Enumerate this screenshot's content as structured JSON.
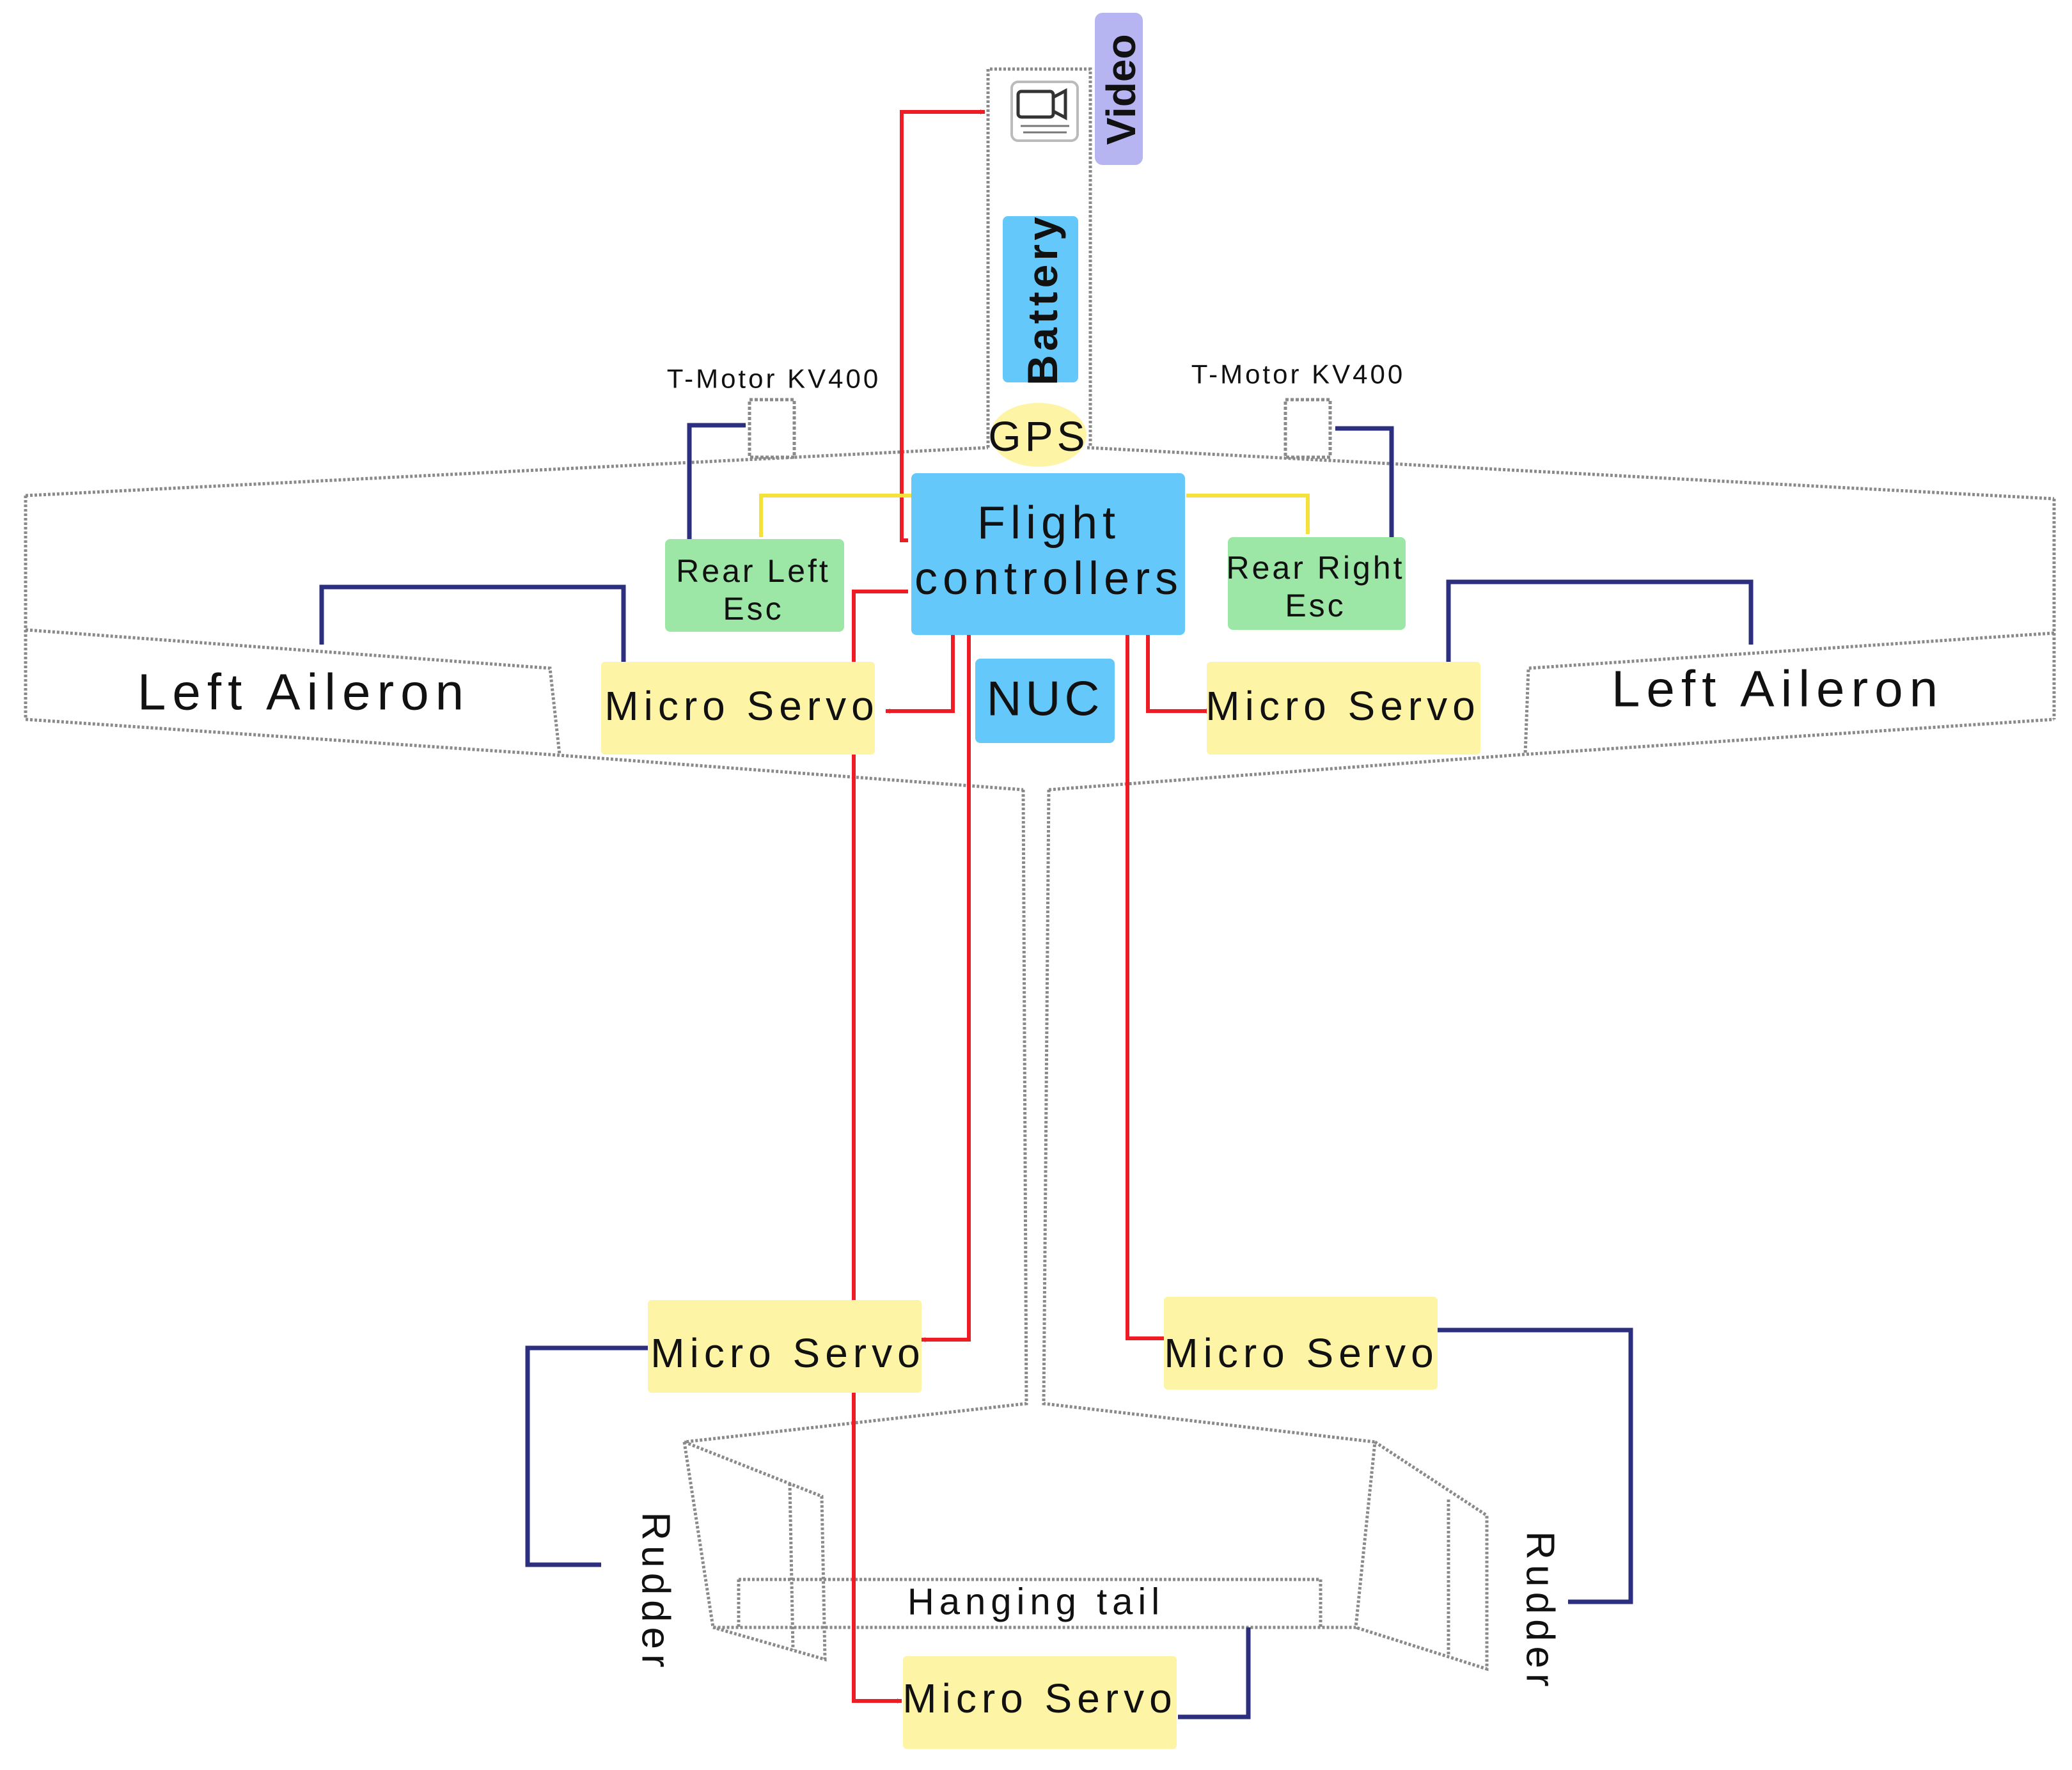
{
  "labels": {
    "video": "Video",
    "battery": "Battery",
    "gps": "GPS",
    "flight_controllers_line1": "Flight",
    "flight_controllers_line2": "controllers",
    "nuc": "NUC",
    "motor_left": "T-Motor KV400",
    "motor_right": "T-Motor KV400",
    "esc_left_line1": "Rear Left",
    "esc_left_line2": "Esc",
    "esc_right_line1": "Rear Right",
    "esc_right_line2": "Esc",
    "aileron_left": "Left Aileron",
    "aileron_right": "Left Aileron",
    "servo_wing_left": "Micro Servo",
    "servo_wing_right": "Micro Servo",
    "servo_tail_left": "Micro Servo",
    "servo_tail_right": "Micro Servo",
    "servo_bottom": "Micro Servo",
    "rudder_left": "Rudder",
    "rudder_right": "Rudder",
    "hanging_tail": "Hanging tail"
  },
  "colors": {
    "blue_box": "#65c8fb",
    "green_box": "#9ce6a6",
    "yellow_box": "#fdf4a6",
    "video_box": "#b7b4f2",
    "signal_red": "#ee1c24",
    "signal_navy": "#2b2f7d",
    "signal_yellow": "#f4e23a"
  },
  "icons": {
    "camera": "camera-icon"
  }
}
